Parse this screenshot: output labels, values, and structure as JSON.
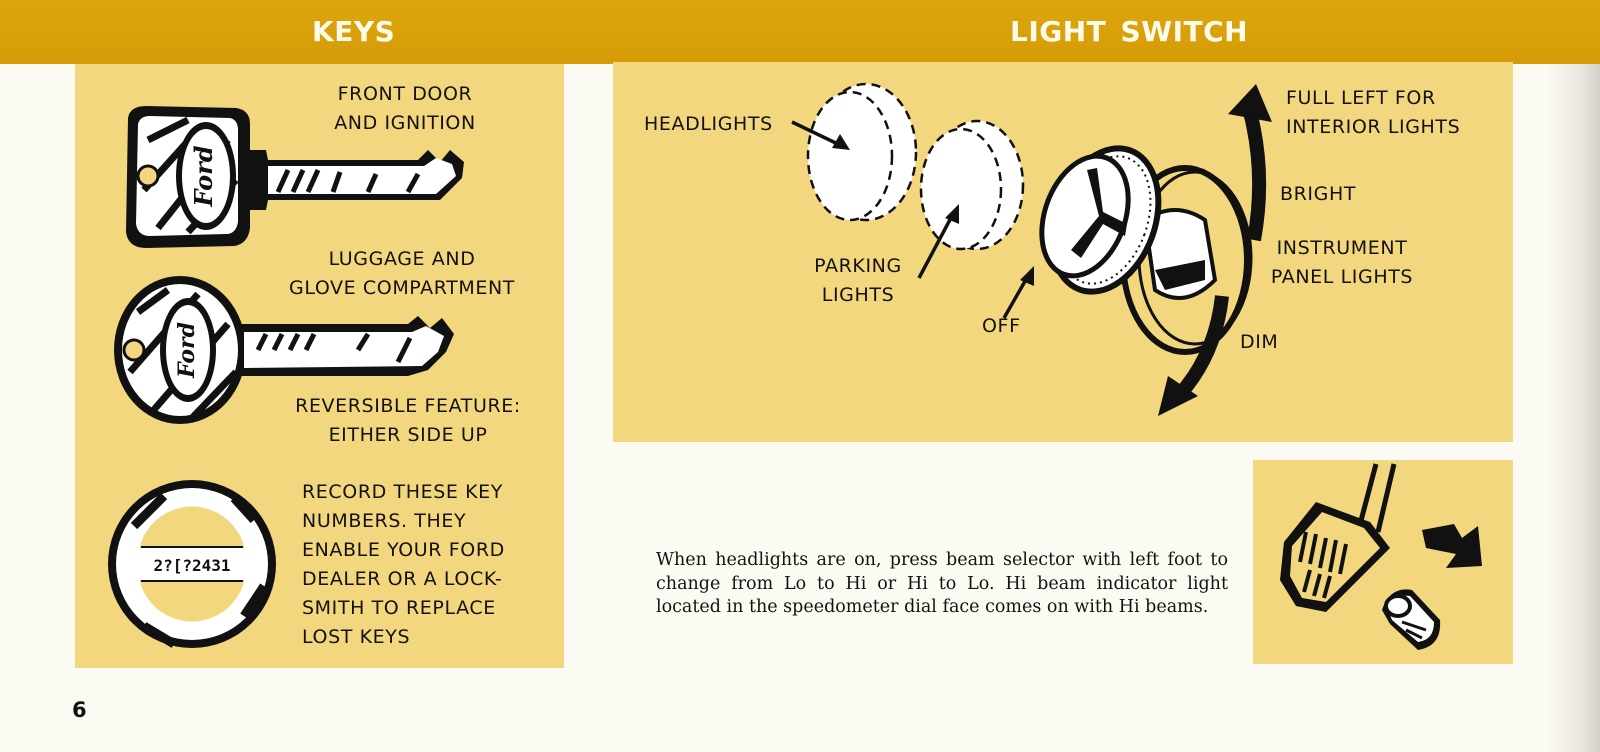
{
  "header": {
    "left_title": "KEYS",
    "right_title": "LIGHT  SWITCH",
    "band_color": "#d9a10b",
    "title_color": "#fffbea"
  },
  "keys_panel": {
    "panel_color": "#f2d77f",
    "front_door_label": "FRONT DOOR\nAND IGNITION",
    "luggage_label": "LUGGAGE AND\nGLOVE COMPARTMENT",
    "reversible_label": "REVERSIBLE FEATURE:\nEITHER SIDE UP",
    "record_label": "RECORD THESE KEY\nNUMBERS.  THEY\nENABLE YOUR FORD\nDEALER OR A LOCK-\nSMITH TO REPLACE\nLOST KEYS",
    "key_logo_text": "Ford",
    "key_tag_number": "2?[?2431"
  },
  "light_switch_panel": {
    "headlights_label": "HEADLIGHTS",
    "parking_lights_label": "PARKING\nLIGHTS",
    "off_label": "OFF",
    "full_left_label": "FULL LEFT FOR\nINTERIOR LIGHTS",
    "bright_label": "BRIGHT",
    "instrument_label": "INSTRUMENT\nPANEL LIGHTS",
    "dim_label": "DIM"
  },
  "beam_selector": {
    "description": "When headlights are on, press beam selector with left foot to change from Lo to Hi or Hi to Lo. Hi beam indicator light located in the speedometer dial face comes on with Hi beams."
  },
  "footer": {
    "page_number": "6"
  }
}
